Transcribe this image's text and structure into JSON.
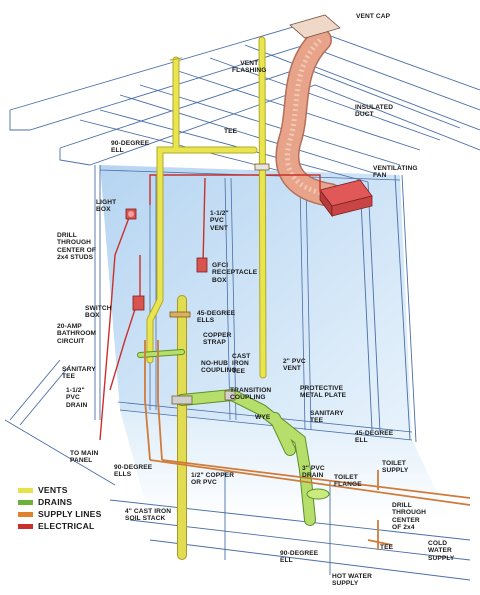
{
  "labels": {
    "vent_cap": "VENT CAP",
    "vent_flashing": "VENT\nFLASHING",
    "insulated_duct": "INSULATED\nDUCT",
    "ell_90_top": "90-DEGREE\nELL",
    "tee_top": "TEE",
    "ventilating_fan": "VENTILATING\nFAN",
    "light_box": "LIGHT\nBOX",
    "drill_studs": "DRILL\nTHROUGH\nCENTER OF\n2x4 STUDS",
    "pvc_vent_small": "1-1/2\"\nPVC\nVENT",
    "gfci_box": "GFCI\nRECEPTACLE\nBOX",
    "switch_box": "SWITCH\nBOX",
    "ells_45": "45-DEGREE\nELLS",
    "bathroom_circuit": "20-AMP\nBATHROOM\nCIRCUIT",
    "copper_strap": "COPPER\nSTRAP",
    "no_hub_coupling": "NO-HUB\nCOUPLING",
    "cast_iron_tee": "CAST\nIRON\nTEE",
    "pvc_vent_2": "2\" PVC\nVENT",
    "sanitary_tee_left": "SANITARY\nTEE",
    "transition_coupling": "TRANSITION\nCOUPLING",
    "protective_plate": "PROTECTIVE\nMETAL PLATE",
    "pvc_drain_small": "1-1/2\"\nPVC\nDRAIN",
    "wye": "WYE",
    "sanitary_tee_right": "SANITARY\nTEE",
    "ell_45_right": "45-DEGREE\nELL",
    "to_main_panel": "TO MAIN\nPANEL",
    "ells_90_left": "90-DEGREE\nELLS",
    "copper_or_pvc": "1/2\" COPPER\nOR PVC",
    "pvc_drain_3": "3\" PVC\nDRAIN",
    "toilet_flange": "TOILET\nFLANGE",
    "toilet_supply": "TOILET\nSUPPLY",
    "soil_stack": "4\" CAST IRON\nSOIL STACK",
    "drill_2x4": "DRILL\nTHROUGH\nCENTER\nOF 2x4",
    "cold_water": "COLD\nWATER\nSUPPLY",
    "tee_bottom": "TEE",
    "ell_90_bottom": "90-DEGREE\nELL",
    "hot_water": "HOT WATER\nSUPPLY"
  },
  "legend": [
    {
      "label": "VENTS",
      "color": "#e6e24a"
    },
    {
      "label": "DRAINS",
      "color": "#6ab23c"
    },
    {
      "label": "SUPPLY LINES",
      "color": "#e0822a"
    },
    {
      "label": "ELECTRICAL",
      "color": "#c9302c"
    }
  ],
  "colors": {
    "vent": "#e9e54f",
    "drain": "#a9d65a",
    "supply": "#cf7b3a",
    "electrical": "#c9302c",
    "framing_line": "#4a6fa8",
    "wall_shade": "#bcd9f2",
    "duct": "#e7a48a"
  }
}
